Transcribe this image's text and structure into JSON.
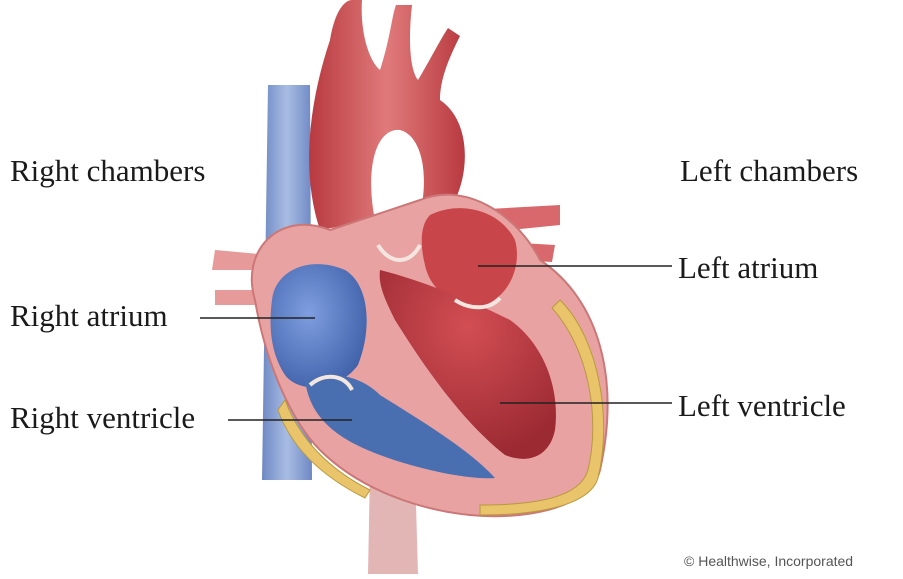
{
  "labels": {
    "right_chambers": "Right chambers",
    "left_chambers": "Left chambers",
    "right_atrium": "Right atrium",
    "right_ventricle": "Right ventricle",
    "left_atrium": "Left atrium",
    "left_ventricle": "Left ventricle"
  },
  "credit": "© Healthwise, Incorporated",
  "colors": {
    "oxygenated": "#c8454a",
    "deoxygenated": "#4a6fb0",
    "muscle": "#e8a0a0",
    "fat": "#e9c46a"
  }
}
